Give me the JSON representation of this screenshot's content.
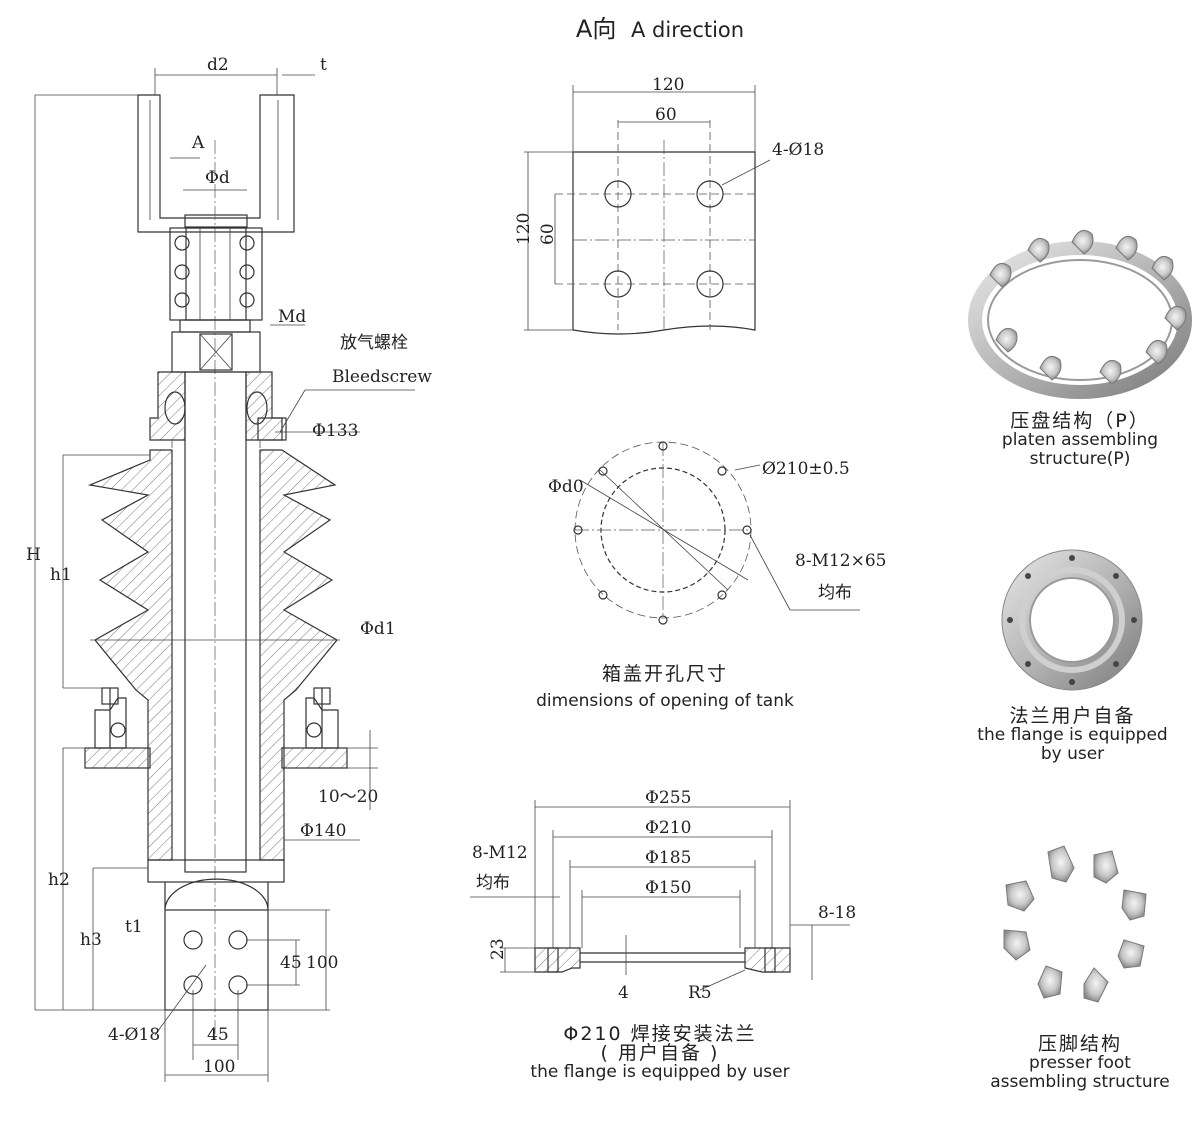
{
  "titles": {
    "a_direction_zh": "A向",
    "a_direction_en": "A direction"
  },
  "main_dims": {
    "d2": "d2",
    "t": "t",
    "A": "A",
    "phi_d": "Φd",
    "Md": "Md",
    "bleed_zh": "放气螺栓",
    "bleed_en": "Bleedscrew",
    "phi133": "Φ133",
    "H": "H",
    "h1": "h1",
    "phi_d1": "Φd1",
    "ten_twenty": "10～20",
    "phi140": "Φ140",
    "h2": "h2",
    "h3": "h3",
    "t1": "t1",
    "d45v": "45",
    "d100v": "100",
    "holes4": "4-Ø18",
    "d45h": "45",
    "d100h": "100"
  },
  "a_view": {
    "w120": "120",
    "w60": "60",
    "h120": "120",
    "h60": "60",
    "holes": "4-Ø18"
  },
  "tank_opening": {
    "phi_d0": "Φd0",
    "phi210": "Ø210±0.5",
    "bolts": "8-M12×65",
    "bolts_zh": "均布",
    "caption_zh": "箱盖开孔尺寸",
    "caption_en": "dimensions of opening of tank"
  },
  "flange_section": {
    "d255": "Φ255",
    "d210": "Φ210",
    "d185": "Φ185",
    "d150": "Φ150",
    "m12": "8-M12",
    "m12_zh": "均布",
    "h818": "8-18",
    "h23": "23",
    "h4": "4",
    "r5": "R5",
    "caption_zh1": "Φ210 焊接安装法兰",
    "caption_zh2": "( 用户自备 )",
    "caption_en": "the flange is equipped by user"
  },
  "photos": {
    "platen_zh": "压盘结构（P）",
    "platen_en1": "platen assembling",
    "platen_en2": "structure(P)",
    "flange_zh": "法兰用户自备",
    "flange_en1": "the flange is equipped",
    "flange_en2": "by user",
    "presser_zh": "压脚结构",
    "presser_en1": "presser foot",
    "presser_en2": "assembling structure"
  }
}
